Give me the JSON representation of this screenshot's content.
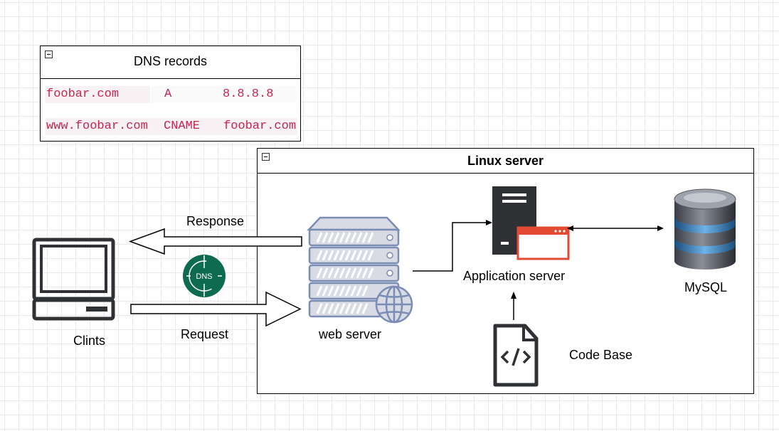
{
  "dns_records": {
    "title": "DNS records",
    "rows": [
      {
        "domain": "foobar.com",
        "type": "A",
        "value": "8.8.8.8"
      },
      {
        "domain": "www.foobar.com",
        "type": "CNAME",
        "value": "foobar.com"
      }
    ]
  },
  "linux_server": {
    "title": "Linux server"
  },
  "labels": {
    "response": "Response",
    "request": "Request",
    "clients": "Clints",
    "dns_badge": "DNS",
    "web_server": "web server",
    "app_server": "Application server",
    "mysql": "MySQL",
    "code_base": "Code Base"
  },
  "icons": {
    "client": "desktop-computer-icon",
    "dns": "dns-globe-icon",
    "web_server": "server-rack-globe-icon",
    "app_server": "application-server-icon",
    "database": "database-cylinder-icon",
    "code": "code-file-icon"
  },
  "colors": {
    "dns_text": "#c7254e",
    "dns_bg": "#f9f2f4",
    "dns_badge": "#0f6b50",
    "server_rack": "#7b8db5",
    "app_window": "#e24a33",
    "dark_icon": "#2f3135"
  }
}
